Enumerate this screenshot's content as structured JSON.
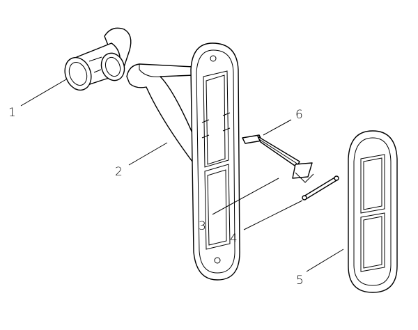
{
  "diagram": {
    "type": "exploded parts view",
    "callouts": [
      {
        "id": "1",
        "label": "1"
      },
      {
        "id": "2",
        "label": "2"
      },
      {
        "id": "3",
        "label": "3"
      },
      {
        "id": "4",
        "label": "4"
      },
      {
        "id": "5",
        "label": "5"
      },
      {
        "id": "6",
        "label": "6"
      }
    ],
    "colors": {
      "line": "#000000",
      "background": "#ffffff"
    }
  }
}
